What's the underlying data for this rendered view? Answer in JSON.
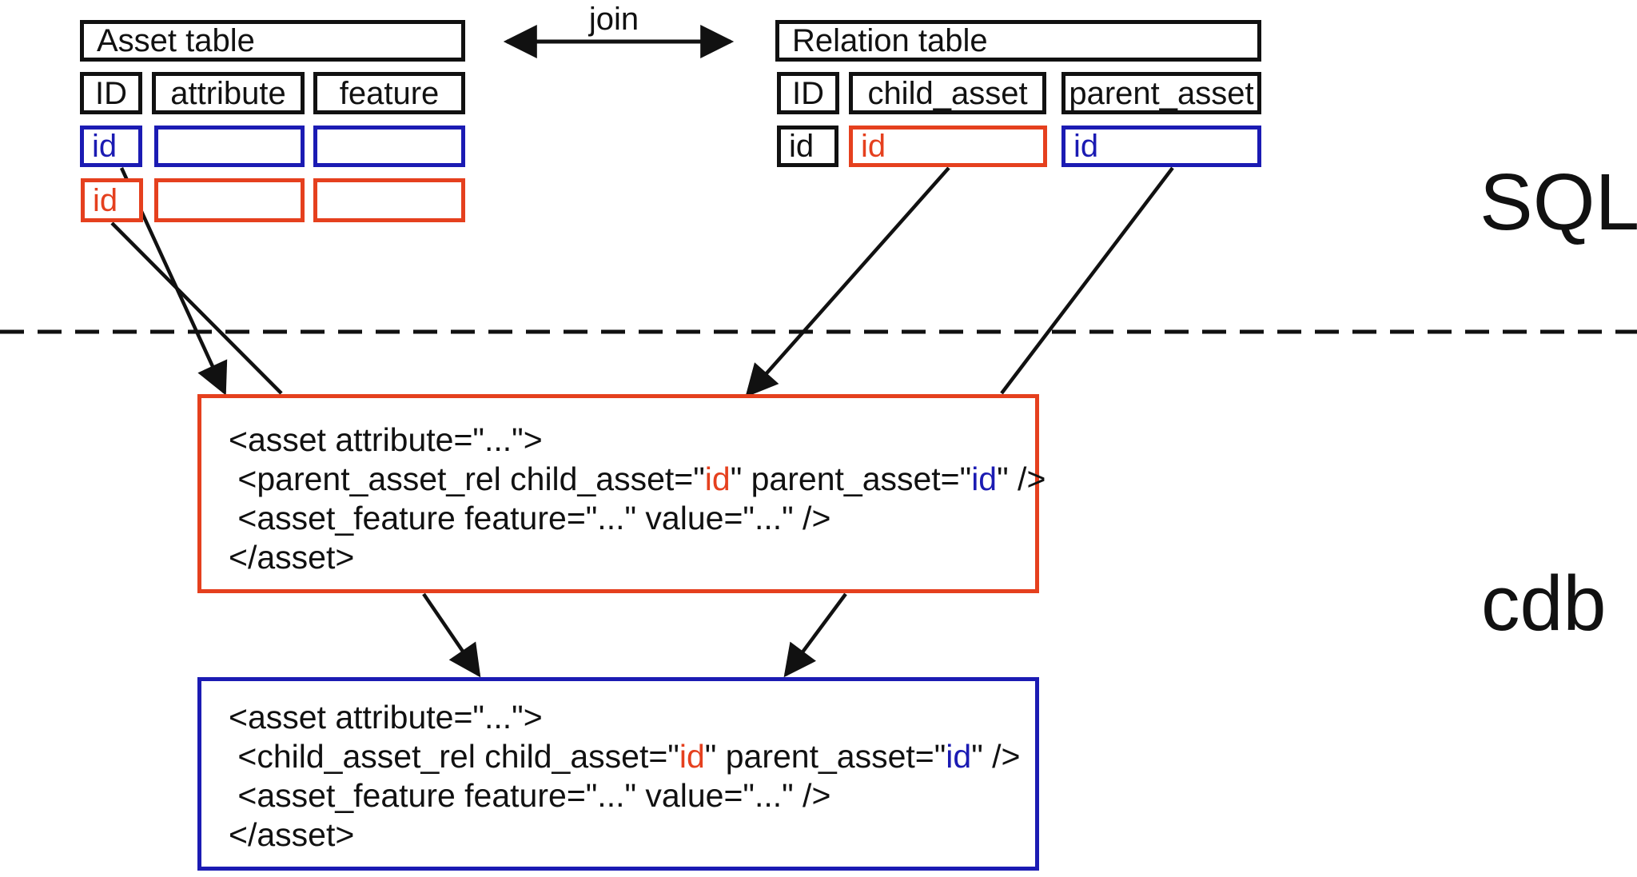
{
  "labels": {
    "sql": "SQL",
    "cdb": "cdb",
    "join": "join"
  },
  "asset_table": {
    "title": "Asset table",
    "headers": [
      "ID",
      "attribute",
      "feature"
    ],
    "blue_row": {
      "id": "id"
    },
    "red_row": {
      "id": "id"
    }
  },
  "relation_table": {
    "title": "Relation table",
    "headers": [
      "ID",
      "child_asset",
      "parent_asset"
    ],
    "row": {
      "id": "id",
      "child_asset_id": "id",
      "parent_asset_id": "id"
    }
  },
  "red_box": {
    "lines": [
      [
        {
          "t": "<asset attribute=\"...\">"
        }
      ],
      [
        {
          "t": " <parent_asset_rel child_asset=\""
        },
        {
          "t": "id",
          "c": "red"
        },
        {
          "t": "\" parent_asset=\""
        },
        {
          "t": "id",
          "c": "blue"
        },
        {
          "t": "\" />"
        }
      ],
      [
        {
          "t": " <asset_feature feature=\"...\" value=\"...\" />"
        }
      ],
      [
        {
          "t": "</asset>"
        }
      ]
    ]
  },
  "blue_box": {
    "lines": [
      [
        {
          "t": "<asset attribute=\"...\">"
        }
      ],
      [
        {
          "t": " <child_asset_rel child_asset=\""
        },
        {
          "t": "id",
          "c": "red"
        },
        {
          "t": "\" parent_asset=\""
        },
        {
          "t": "id",
          "c": "blue"
        },
        {
          "t": "\" />"
        }
      ],
      [
        {
          "t": " <asset_feature feature=\"...\" value=\"...\" />"
        }
      ],
      [
        {
          "t": "</asset>"
        }
      ]
    ]
  },
  "colors": {
    "red": "#e5401e",
    "blue": "#1b1bb3",
    "black": "#111111"
  }
}
